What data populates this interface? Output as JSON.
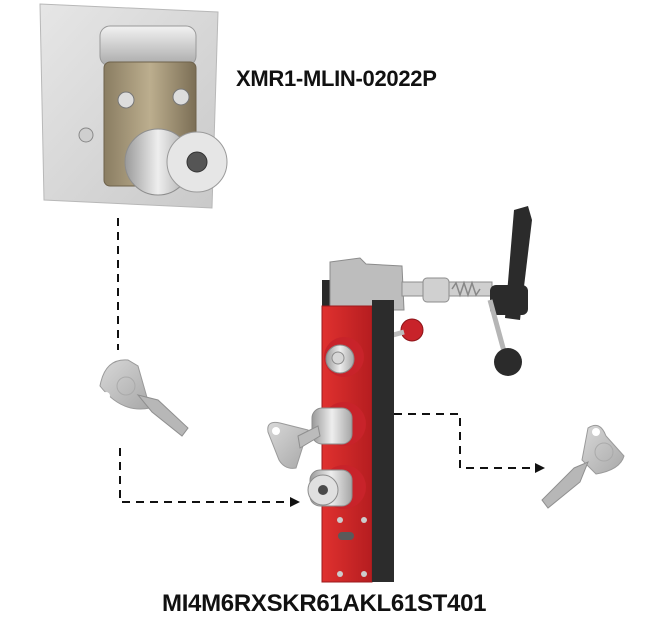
{
  "diagram": {
    "type": "trapped-key-interlock-sequence",
    "colors": {
      "background": "#ffffff",
      "label_text": "#111111",
      "connector": "#111111",
      "lock_red": "#d8262a",
      "lock_black": "#2a2a2a",
      "metal_light": "#c8c8c8",
      "plate": "#d9d9d9",
      "key_grey": "#b9b9b9"
    },
    "components": [
      {
        "id": "door-lock",
        "label": "XMR1-MLIN-02022P",
        "kind": "mechanical door lock on mounting plate"
      },
      {
        "id": "interlock-head",
        "label": "MI4M6RXSKR61AKL61ST401",
        "kind": "multi-key interlock with handle actuator"
      }
    ],
    "keys": [
      {
        "id": "key-left",
        "role": "key released from door lock, inserted into interlock"
      },
      {
        "id": "key-inserted",
        "role": "key trapped in interlock upper module"
      },
      {
        "id": "key-right",
        "role": "key released from interlock"
      }
    ],
    "connectors": [
      {
        "id": "flow-door-to-interlock",
        "from": "door-lock",
        "to": "interlock-lower-key-module",
        "style": "dashed",
        "arrow": "end"
      },
      {
        "id": "flow-interlock-to-key",
        "from": "interlock",
        "to": "key-right",
        "style": "dashed",
        "arrow": "end"
      }
    ]
  }
}
